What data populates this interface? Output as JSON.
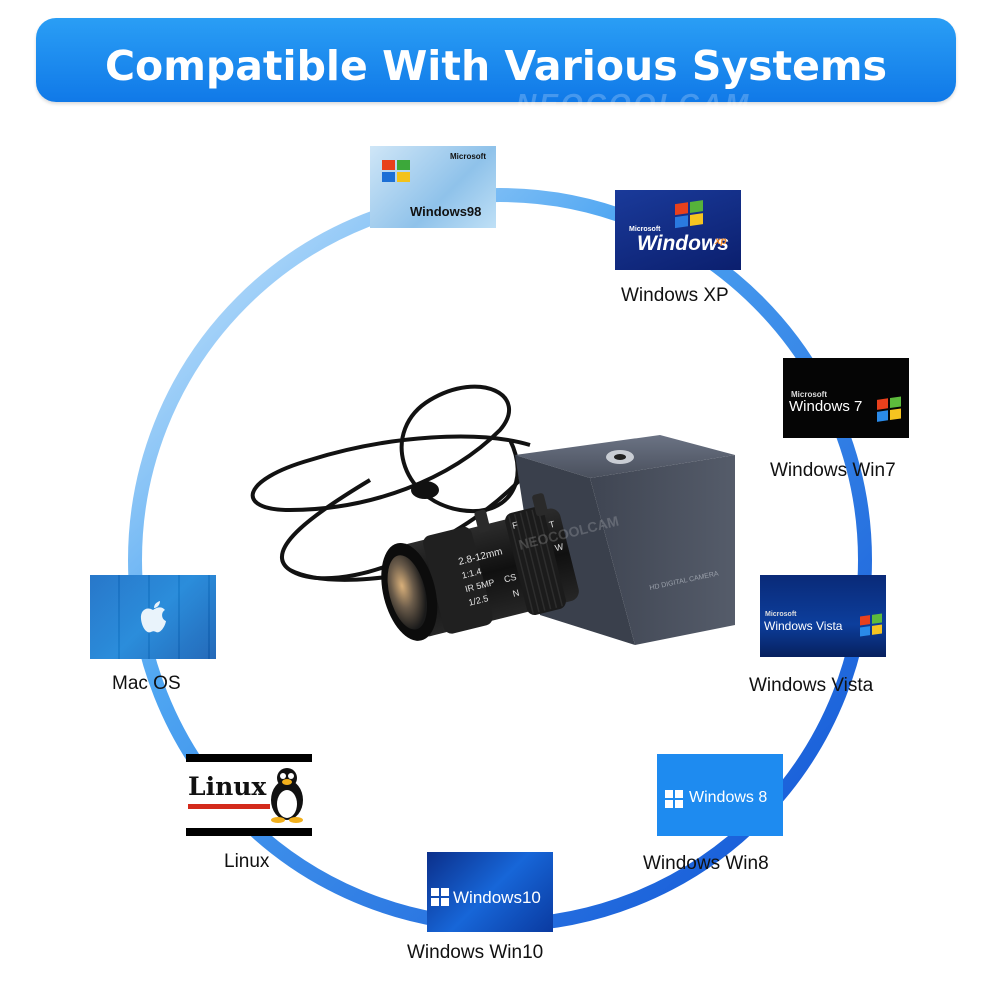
{
  "banner": {
    "title": "Compatible With Various Systems",
    "watermark": "NEOCOOLCAM",
    "colors": {
      "top": "#2a9ef5",
      "bottom": "#1079e8",
      "text": "#ffffff"
    }
  },
  "ring_colors": {
    "light": "#d8ecfb",
    "mid": "#3f9cf0",
    "dark": "#1157d8"
  },
  "systems": [
    {
      "id": "win98",
      "tile_text": "Windows98",
      "tile_small": "Microsoft",
      "label": ""
    },
    {
      "id": "winxp",
      "tile_text": "Windows",
      "tile_sup": "xp",
      "tile_small": "Microsoft",
      "label": "Windows XP"
    },
    {
      "id": "win7",
      "tile_text": "Windows 7",
      "tile_small": "Microsoft",
      "label": "Windows Win7"
    },
    {
      "id": "vista",
      "tile_text": "Windows Vista",
      "tile_small": "Microsoft",
      "label": "Windows Vista"
    },
    {
      "id": "win8",
      "tile_text": "Windows 8",
      "label": "Windows Win8"
    },
    {
      "id": "win10",
      "tile_text": "Windows10",
      "label": "Windows Win10"
    },
    {
      "id": "linux",
      "tile_text": "Linux",
      "label": "Linux"
    },
    {
      "id": "macos",
      "tile_text": "",
      "label": "Mac OS"
    }
  ],
  "camera": {
    "lens_markings": [
      "2.8-12mm",
      "1:1.4",
      "IR 5MP",
      "1/2.5",
      "CS",
      "N",
      "W",
      "T",
      "F"
    ],
    "body_text": "HD DIGITAL CAMERA",
    "watermark": "NEOCOOLCAM",
    "colors": {
      "body": "#4c5361",
      "lens": "#181818",
      "cable": "#111111"
    }
  }
}
